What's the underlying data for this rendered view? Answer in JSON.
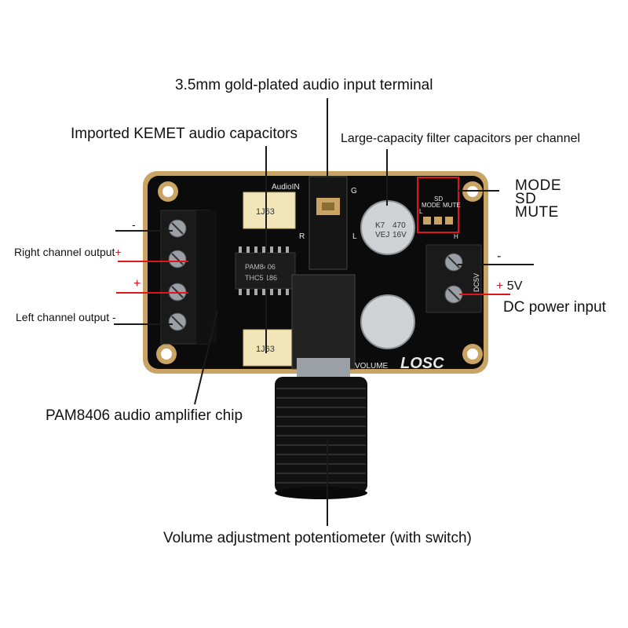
{
  "labels": {
    "audio_input_terminal": "3.5mm gold-plated audio input terminal",
    "kemet_capacitors": "Imported KEMET audio capacitors",
    "filter_capacitors": "Large-capacity filter capacitors per channel",
    "mode": "MODE",
    "sd": "SD",
    "mute": "MUTE",
    "right_channel_output": "Right channel output",
    "right_plus": "+",
    "minus_top": "-",
    "left_plus": "+",
    "left_channel_output": "Left channel output -",
    "power_minus": "-",
    "power_plus": "+",
    "power_5v": "5V",
    "dc_power_input": "DC power input",
    "amp_chip": "PAM8406 audio amplifier chip",
    "potentiometer": "Volume adjustment potentiometer (with switch)"
  },
  "silkscreen": {
    "audio_in": "AudioIN",
    "g": "G",
    "r": "R",
    "l": "L",
    "volume": "VOLUME",
    "brand": "LOSC",
    "chip_line1": "PAM8406",
    "chip_line2": "THC5 186",
    "cap_text": "1J63",
    "elec_cap_lines": [
      "K7",
      "VEJ",
      "470",
      "16V"
    ],
    "header_labels": [
      "MODE",
      "SD",
      "MUTE"
    ],
    "header_side_left": "L",
    "header_side_right": "H",
    "power_silk": "DC5V"
  },
  "colors": {
    "board": "#0b0b0b",
    "board_edge": "#c9a464",
    "callout_line": "#1a1a1a",
    "red_accent": "#e0141b",
    "kemet_cap": "#f2e6b8"
  }
}
